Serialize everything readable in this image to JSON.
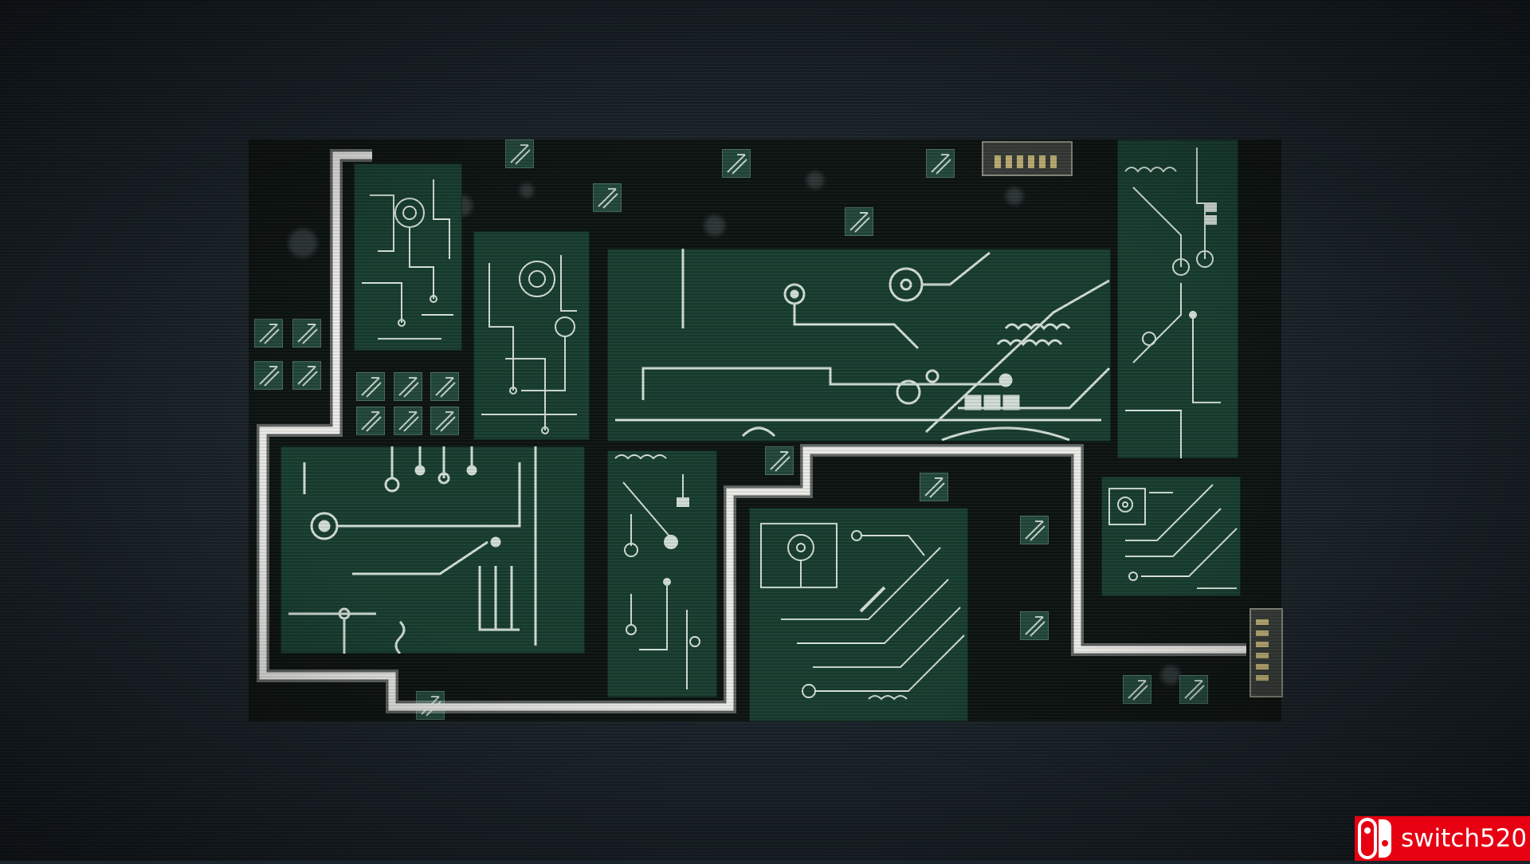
{
  "game": {
    "screen": "circuit-board-puzzle",
    "board_color": "#183f31",
    "trace_color": "#d8e4dc",
    "path_color": "#f2f2ee",
    "background_color": "#1b242b"
  },
  "panels": [
    {
      "id": "panel-top-left-small",
      "icon": "circuit-trace-icon"
    },
    {
      "id": "panel-top-middle",
      "icon": "circuit-trace-icon"
    },
    {
      "id": "panel-top-wide",
      "icon": "circuit-trace-icon"
    },
    {
      "id": "panel-right-tall",
      "icon": "circuit-trace-icon"
    },
    {
      "id": "panel-bottom-left",
      "icon": "circuit-trace-icon"
    },
    {
      "id": "panel-bottom-middle",
      "icon": "circuit-trace-icon"
    },
    {
      "id": "panel-bottom-center",
      "icon": "circuit-trace-icon"
    },
    {
      "id": "panel-right-lower",
      "icon": "circuit-trace-icon"
    }
  ],
  "watermark": {
    "text": "switch520",
    "icon": "nintendo-switch-logo-icon",
    "color": "#e60012"
  }
}
